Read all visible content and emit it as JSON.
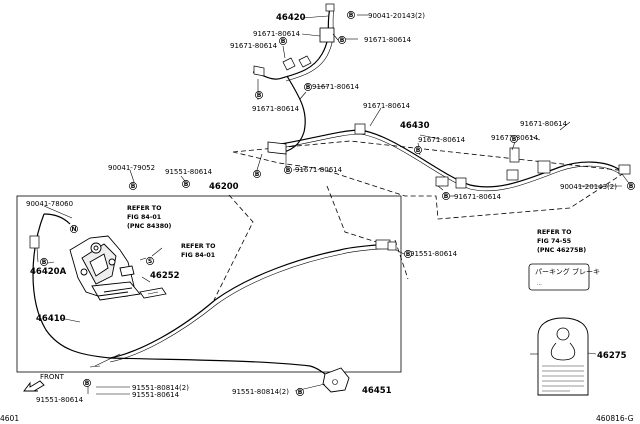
{
  "parts": {
    "p46420": "46420",
    "p46420A": "46420A",
    "p46430": "46430",
    "p46200": "46200",
    "p46410": "46410",
    "p46252": "46252",
    "p46451": "46451",
    "p46275": "46275"
  },
  "bolts": {
    "b_90041_20143_top": "90041-20143(2)",
    "b_90041_20143_right": "90041-20143(2)",
    "b_90041_79052": "90041-79052",
    "b_90041_78060": "90041-78060",
    "b_91671_80614": "91671-80614",
    "b_91551_80614": "91551-80614",
    "b_91551_80814_2": "91551-80814(2)"
  },
  "circles": {
    "b": "B",
    "n": "N",
    "s": "S"
  },
  "refs": {
    "fig84_line1": "REFER TO",
    "fig84_line2": "FIG 84-01",
    "fig84_line3": "(PNC 84380)",
    "fig84b_line1": "REFER TO",
    "fig84b_line2": "FIG 84-01",
    "fig74_line1": "REFER TO",
    "fig74_line2": "FIG 74-55",
    "fig74_line3": "(PNC 46275B)"
  },
  "label_card": {
    "title": "パーキング ブレーキ",
    "note": "..."
  },
  "front": "FRONT",
  "page_left": "4601",
  "page_right": "460816-G"
}
